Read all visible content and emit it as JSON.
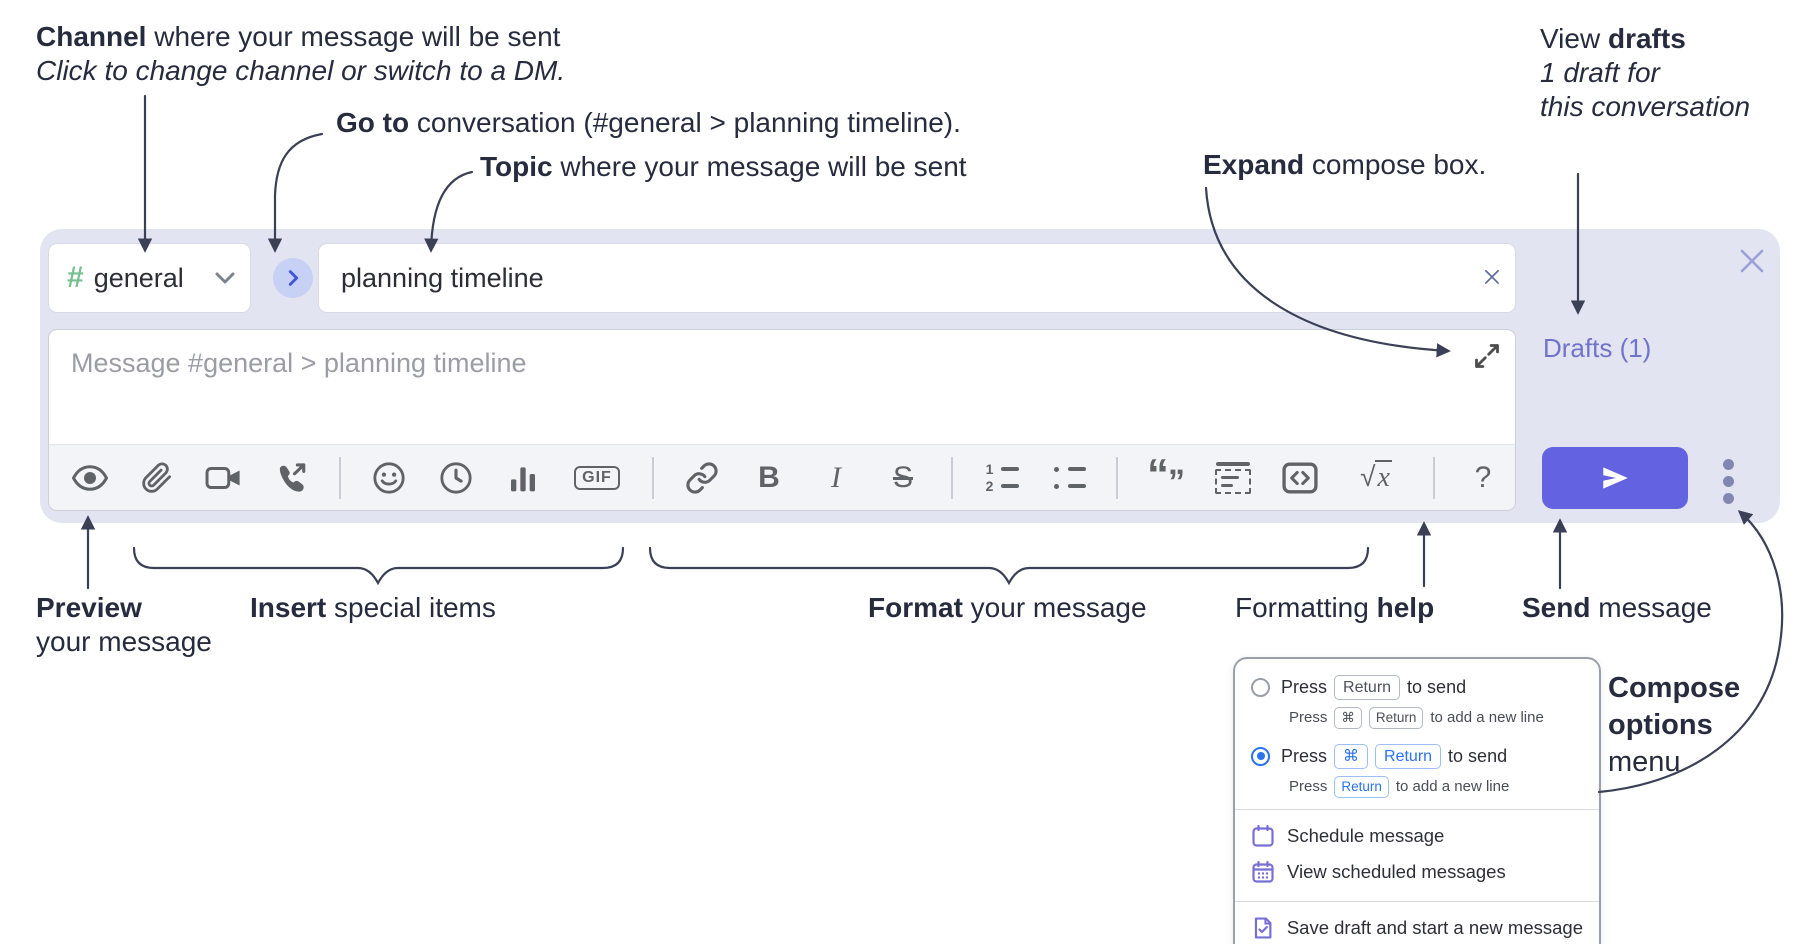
{
  "annotations": {
    "channel": {
      "bold": "Channel",
      "text": " where your message will be sent",
      "line2": "Click to change channel or switch to a DM."
    },
    "go_to": {
      "bold": "Go to",
      "text": " conversation (#general > planning timeline)."
    },
    "topic": {
      "bold": "Topic",
      "text": " where your message will be sent"
    },
    "expand": {
      "bold": "Expand",
      "text": " compose box."
    },
    "view_drafts": {
      "pre": "View ",
      "bold": "drafts",
      "line2": "1 draft for",
      "line3": "this conversation"
    },
    "preview": {
      "bold": "Preview",
      "line2": "your message"
    },
    "insert": {
      "bold": "Insert",
      "text": " special items"
    },
    "format": {
      "bold": "Format",
      "text": " your message"
    },
    "formatting_help": {
      "pre": "Formatting ",
      "bold": "help"
    },
    "send": {
      "bold": "Send",
      "text": " message"
    },
    "compose_options": {
      "bold1": "Compose",
      "bold2": "options",
      "line3": "menu"
    }
  },
  "compose": {
    "channel": {
      "hash": "#",
      "name": "general"
    },
    "topic_value": "planning timeline",
    "message_placeholder": "Message #general > planning timeline",
    "drafts_link": "Drafts (1)",
    "toolbar": {
      "icon_names": [
        "preview-icon",
        "attach-file-icon",
        "video-call-icon",
        "audio-call-icon",
        "emoji-icon",
        "time-icon",
        "poll-icon",
        "gif-icon",
        "link-icon",
        "bold-icon",
        "italic-icon",
        "strikethrough-icon",
        "numbered-list-icon",
        "bulleted-list-icon",
        "quote-icon",
        "spoiler-icon",
        "code-icon",
        "math-icon",
        "help-icon"
      ],
      "glyphs": {
        "gif": "GIF",
        "bold": "B",
        "italic": "I",
        "strike": "S",
        "ol_1": "1",
        "ol_2": "2",
        "quote_open": "“",
        "quote_low": "„",
        "radical": "√",
        "math_x": "x",
        "help": "?"
      }
    }
  },
  "options_menu": {
    "option1": {
      "pre": "Press",
      "kbd": "Return",
      "post": "to send",
      "sub_pre": "Press",
      "sub_kbd1": "⌘",
      "sub_kbd2": "Return",
      "sub_post": "to add a new line"
    },
    "option2": {
      "pre": "Press",
      "kbd1": "⌘",
      "kbd2": "Return",
      "post": "to send",
      "sub_pre": "Press",
      "sub_kbd": "Return",
      "sub_post": "to add a new line"
    },
    "items": {
      "schedule": "Schedule message",
      "view_scheduled": "View scheduled messages",
      "save_draft": "Save draft and start a new message"
    }
  },
  "colors": {
    "compose_bg": "#e2e4f2",
    "send_button": "#6362e0",
    "drafts_link": "#7073c9",
    "hash_green": "#76c092",
    "radio_selected": "#2a72ef",
    "menu_icon_purple": "#786fd6",
    "annotation_text": "#272b3e",
    "toolbar_icon": "#5f6368"
  }
}
